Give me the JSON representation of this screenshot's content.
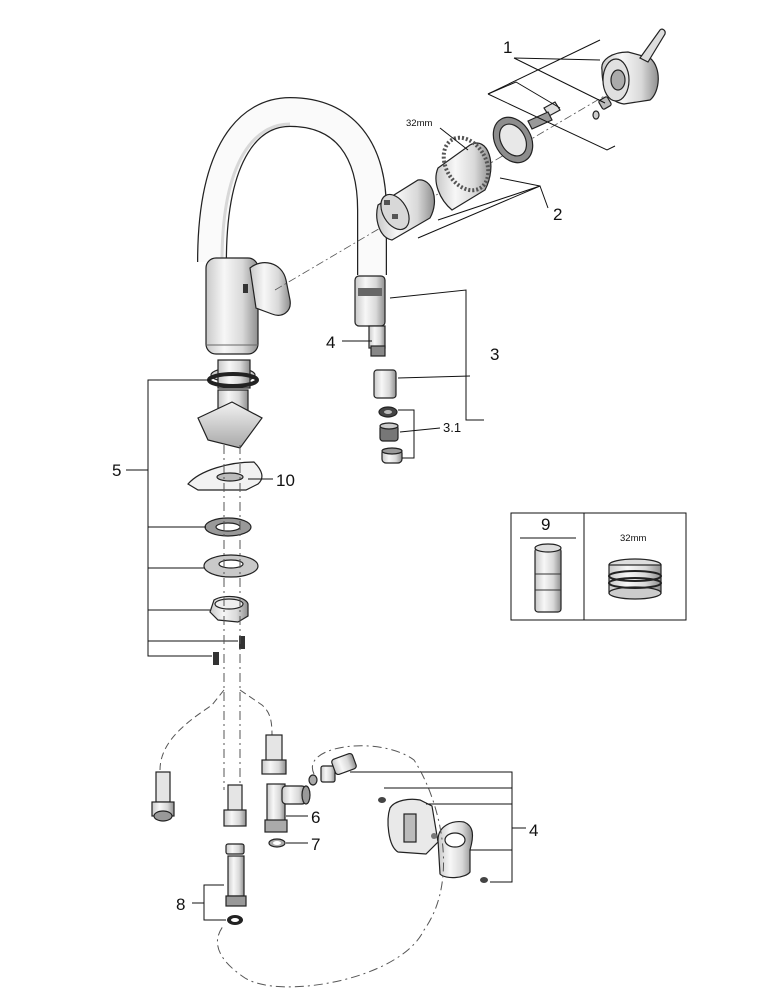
{
  "callouts": {
    "c1": "1",
    "c2": "2",
    "c3": "3",
    "c3_1": "3.1",
    "c4_top": "4",
    "c4_right": "4",
    "c5": "5",
    "c6": "6",
    "c7": "7",
    "c8": "8",
    "c9": "9",
    "c10": "10"
  },
  "dimensions": {
    "cartridge_size": "32mm",
    "inset_size": "32mm"
  },
  "colors": {
    "line": "#111111",
    "part_fill": "#e6e6e6",
    "part_dark": "#9a9a9a",
    "part_light": "#f4f4f4"
  }
}
